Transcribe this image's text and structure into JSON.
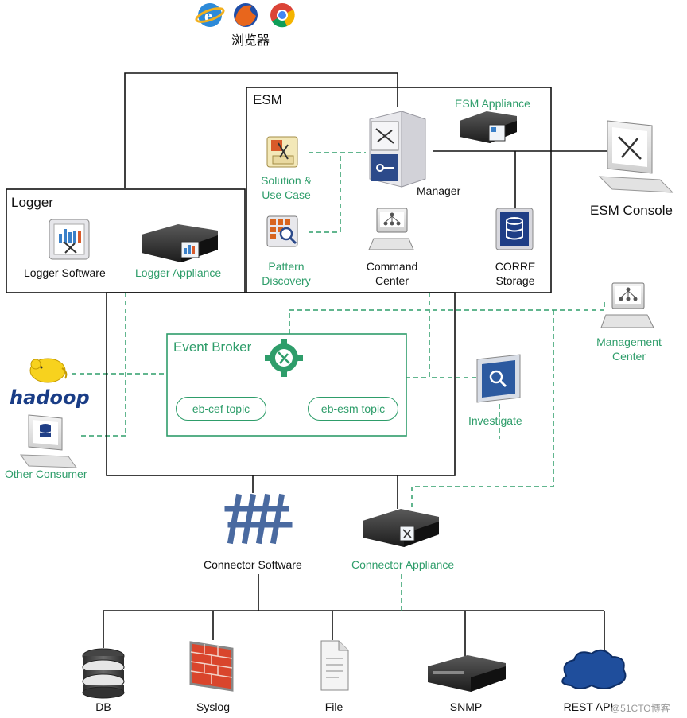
{
  "browser": {
    "label": "浏览器"
  },
  "esm": {
    "title": "ESM",
    "appliance": "ESM Appliance",
    "manager": "Manager",
    "solution": [
      "Solution &",
      "Use Case"
    ],
    "pattern": [
      "Pattern",
      "Discovery"
    ],
    "command_center": [
      "Command",
      "Center"
    ],
    "corre_storage": [
      "CORRE",
      "Storage"
    ]
  },
  "esm_console": "ESM Console",
  "logger": {
    "title": "Logger",
    "software": "Logger Software",
    "appliance": "Logger Appliance"
  },
  "management_center": [
    "Management",
    "Center"
  ],
  "event_broker": {
    "title": "Event Broker",
    "topic_cef": "eb-cef topic",
    "topic_esm": "eb-esm topic"
  },
  "hadoop": "hadoop",
  "other_consumer": "Other Consumer",
  "investigate": "Investigate",
  "connector_software": "Connector Software",
  "connector_appliance": "Connector Appliance",
  "sources": [
    "DB",
    "Syslog",
    "File",
    "SNMP",
    "REST API"
  ],
  "watermark": "@51CTO博客",
  "colors": {
    "accent": "#2e9d6a",
    "line": "#111111",
    "dashed": "#2e9d6a"
  }
}
